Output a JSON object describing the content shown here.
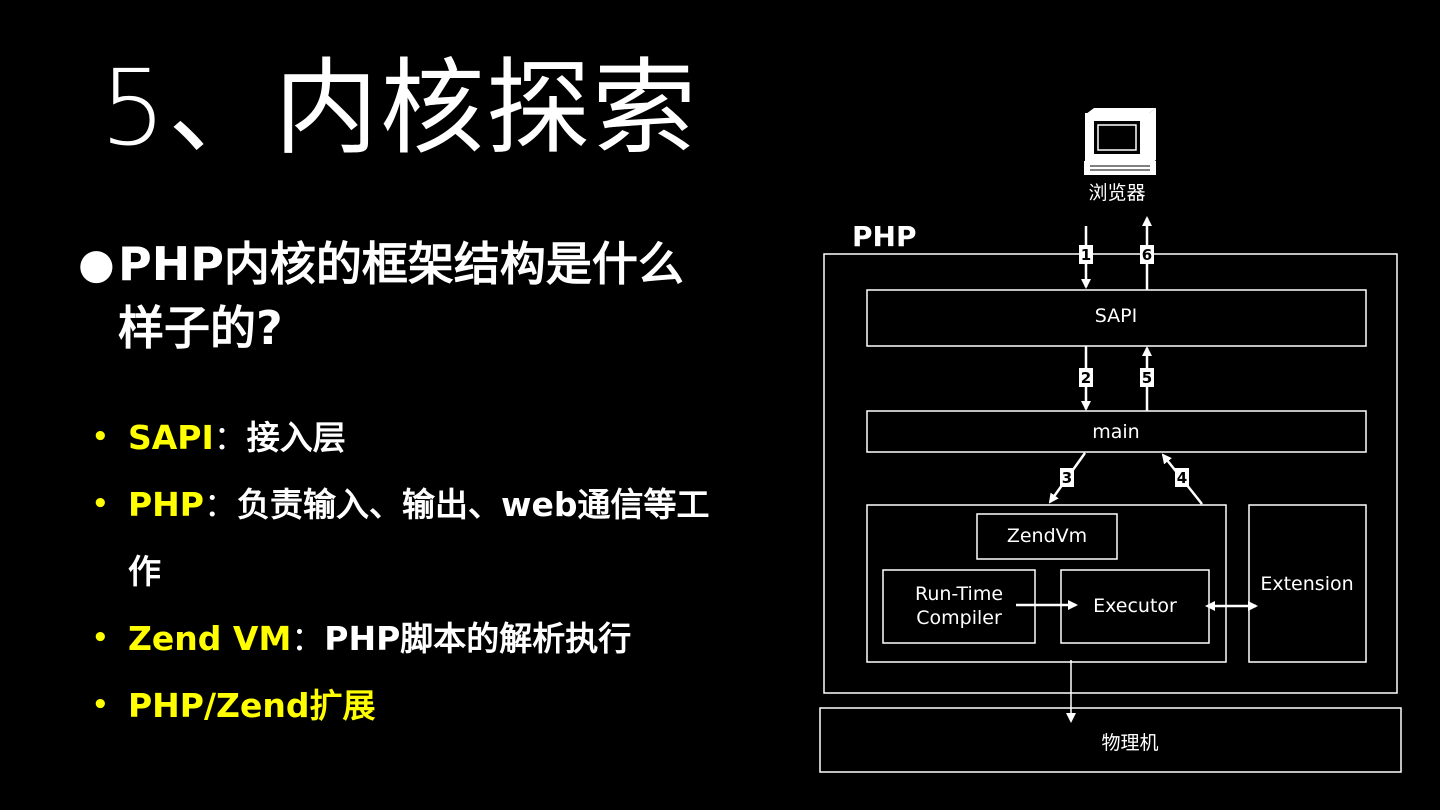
{
  "slide": {
    "title": "5、内核探索",
    "question": "PHP内核的框架结构是什么样子的?",
    "bullets": [
      {
        "key": "SAPI",
        "sep": "：",
        "desc": "接入层"
      },
      {
        "key": "PHP",
        "sep": "：",
        "desc": "负责输入、输出、web通信等工作"
      },
      {
        "key": "Zend VM",
        "sep": "：",
        "desc": "PHP脚本的解析执行"
      },
      {
        "key": "PHP/Zend扩展",
        "sep": "",
        "desc": ""
      }
    ]
  },
  "diagram": {
    "client_label": "浏览器",
    "php_container_label": "PHP",
    "sapi_label": "SAPI",
    "main_label": "main",
    "zendvm_label": "ZendVm",
    "compiler_label_line1": "Run-Time",
    "compiler_label_line2": "Compiler",
    "executor_label": "Executor",
    "extension_label": "Extension",
    "machine_label": "物理机",
    "step_labels": [
      "1",
      "2",
      "3",
      "4",
      "5",
      "6"
    ]
  },
  "colors": {
    "background": "#000000",
    "text": "#ffffff",
    "accent": "#ffff00"
  },
  "icons": {
    "client": "computer-terminal-icon"
  }
}
